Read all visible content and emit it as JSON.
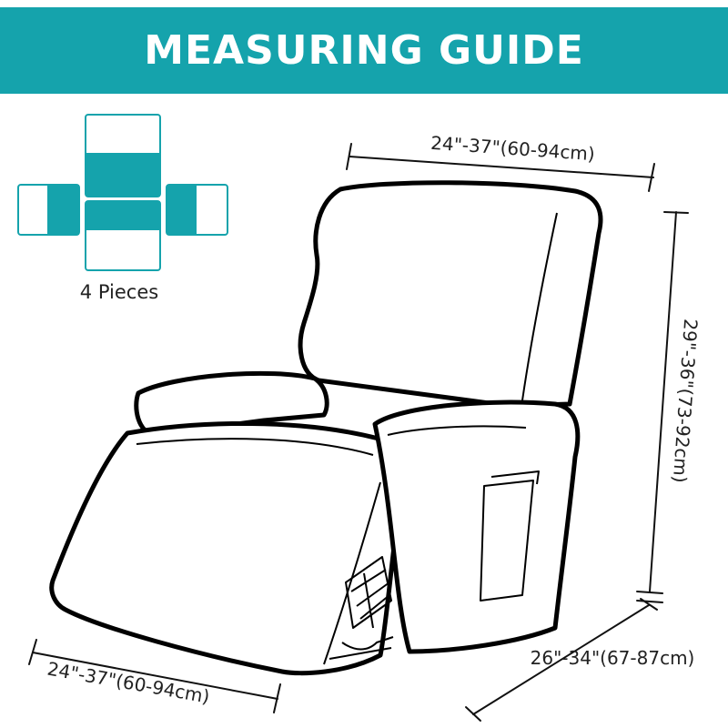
{
  "header": {
    "title": "MEASURING GUIDE"
  },
  "pieces": {
    "label": "4 Pieces"
  },
  "dimensions": {
    "top_width": "24\"-37\"(60-94cm)",
    "height": "29\"-36\"(73-92cm)",
    "depth": "26\"-34\"(67-87cm)",
    "footrest_width": "24\"-37\"(60-94cm)"
  },
  "colors": {
    "accent": "#15A3AC",
    "outline": "#000000",
    "background": "#FFFFFF"
  }
}
